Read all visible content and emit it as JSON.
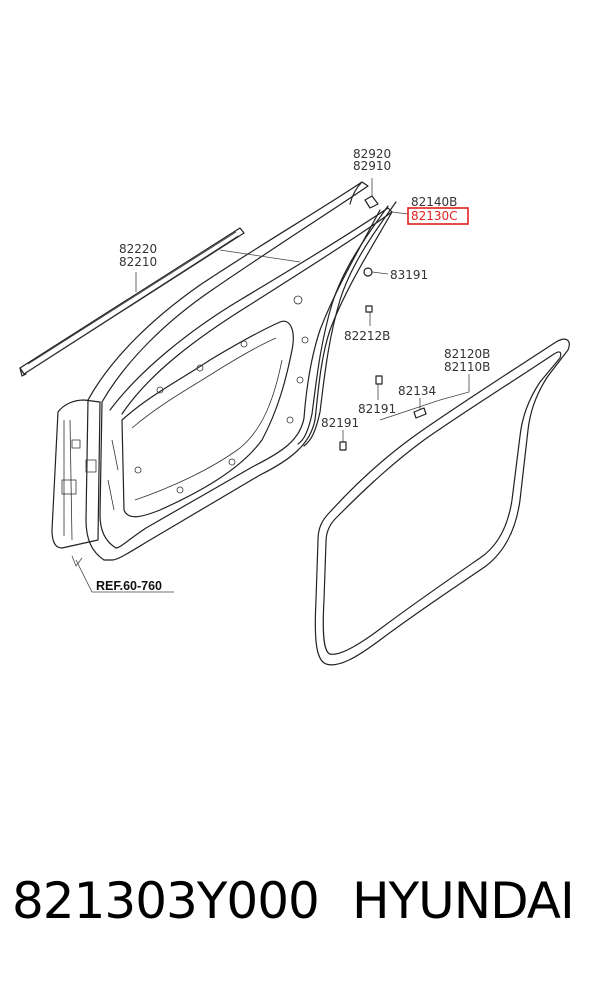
{
  "diagram": {
    "labels": {
      "p82920": "82920",
      "p82910": "82910",
      "p82140B": "82140B",
      "p82130C": "82130C",
      "p82220": "82220",
      "p82210": "82210",
      "p83191": "83191",
      "p82212B": "82212B",
      "p82120B": "82120B",
      "p82110B": "82110B",
      "p82134": "82134",
      "p82191a": "82191",
      "p82191b": "82191",
      "ref": "REF.60-760"
    },
    "highlight_color": "#e02020"
  },
  "caption": {
    "part_number": "821303Y000",
    "brand": "HYUNDAI"
  }
}
